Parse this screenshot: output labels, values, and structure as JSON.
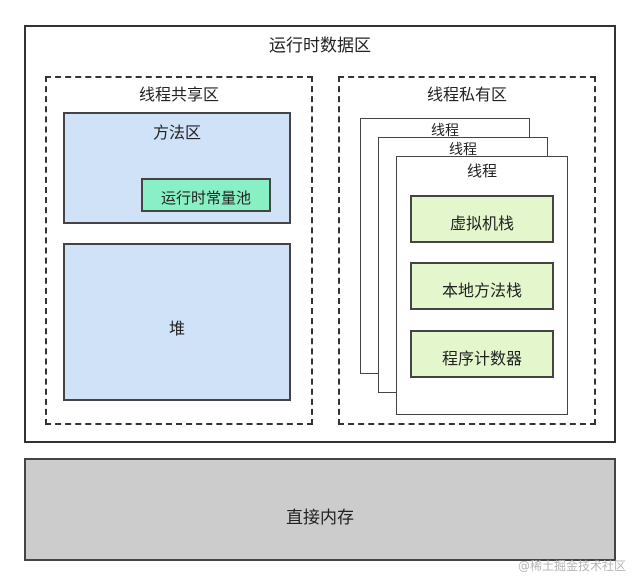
{
  "runtime_data_area": {
    "label": "运行时数据区"
  },
  "shared_area": {
    "label": "线程共享区",
    "method_area": {
      "label": "方法区",
      "runtime_constant_pool": "运行时常量池"
    },
    "heap": "堆"
  },
  "private_area": {
    "label": "线程私有区",
    "threads": [
      "线程",
      "线程",
      "线程"
    ],
    "stacks": [
      "虚拟机栈",
      "本地方法栈",
      "程序计数器"
    ]
  },
  "direct_memory": "直接内存",
  "watermark": "@稀土掘金技术社区",
  "colors": {
    "method_area_fill": "#cfe2f8",
    "heap_fill": "#cfe2f8",
    "constant_pool_fill": "#88f0c4",
    "stack_fill": "#e3f6cc",
    "direct_memory_fill": "#cccccc",
    "border": "#333333"
  }
}
